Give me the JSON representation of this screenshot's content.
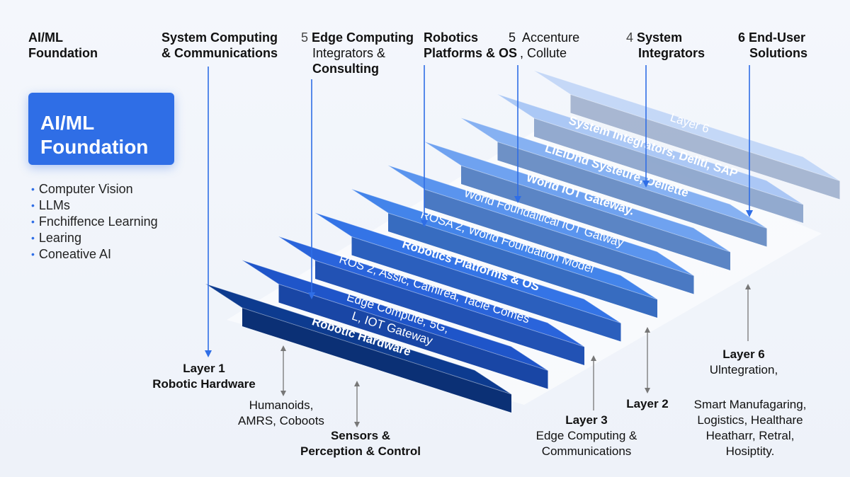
{
  "top_headers": {
    "h1": {
      "line1": "AI/ML",
      "line2": "Foundation"
    },
    "h2": {
      "line1": "System Computing",
      "line2": "& Communications"
    },
    "h3": {
      "num": "5",
      "bold": "Edge Computing",
      "line2": "Integrators &",
      "line3": "Consulting"
    },
    "h4": {
      "line1": "Robotics",
      "line2": "Platforms & OS"
    },
    "h5": {
      "num": "5",
      "line1": "Accenture",
      "line2": ", Collute"
    },
    "h6": {
      "num": "4",
      "line1": "System",
      "line2": "Integrators"
    },
    "h7": {
      "num": "6",
      "line1": "End-User",
      "line2": "Solutions"
    }
  },
  "card": {
    "title": "AI/ML\nFoundation",
    "color": "#2f6ee6"
  },
  "bullets": [
    "Computer Vision",
    "LLMs",
    "Fnchiffence Learning",
    "Learing",
    "Coneative AI"
  ],
  "layers": [
    {
      "text": "Robotic Hardware",
      "color": "#0d3b8f"
    },
    {
      "text": "Edge Compute, 5G,",
      "text2": "L, IOT Gateway",
      "color": "#1f55c9"
    },
    {
      "text": "ROS 2, Assic, Camirea, Tacie Comes",
      "color": "#2a64db"
    },
    {
      "text": "Robotics Platforms & OS",
      "color": "#3474e6"
    },
    {
      "text": "ROSA 2, World Foundation Model",
      "color": "#4384ea"
    },
    {
      "text": "World Foundaltical IOT Gatway",
      "color": "#5a94ee"
    },
    {
      "text": "World IOT Gateway.",
      "color": "#6fa2f0"
    },
    {
      "text": "LIEIDhd Systeure, Deliette",
      "color": "#86b1f2"
    },
    {
      "text": "System Integrators, Deliti, SAP",
      "color": "#9fc0f4"
    },
    {
      "text": "Layer 6",
      "color": "#bdd3f7"
    }
  ],
  "bottom_labels": {
    "layer1": {
      "line1": "Layer 1",
      "line2": "Robotic Hardware"
    },
    "humanoids": {
      "line1": "Humanoids,",
      "line2": "AMRS, Coboots"
    },
    "sensors": {
      "line1": "Sensors &",
      "line2": "Perception & Control"
    },
    "layer3": {
      "line1": "Layer 3",
      "line2": "Edge Computing &",
      "line3": "Communications"
    },
    "layer2": {
      "line1": "Layer 2"
    },
    "layer6": {
      "line1": "Layer 6",
      "line2": "Ulntegration,"
    },
    "enduser": {
      "line1": "Smart Manufagaring,",
      "line2": "Logistics, Healthare",
      "line3": "Heatharr, Retral,",
      "line4": "Hosiptity."
    }
  },
  "colors": {
    "arrow": "#2f6ee6",
    "grey_arrow": "#777777"
  }
}
